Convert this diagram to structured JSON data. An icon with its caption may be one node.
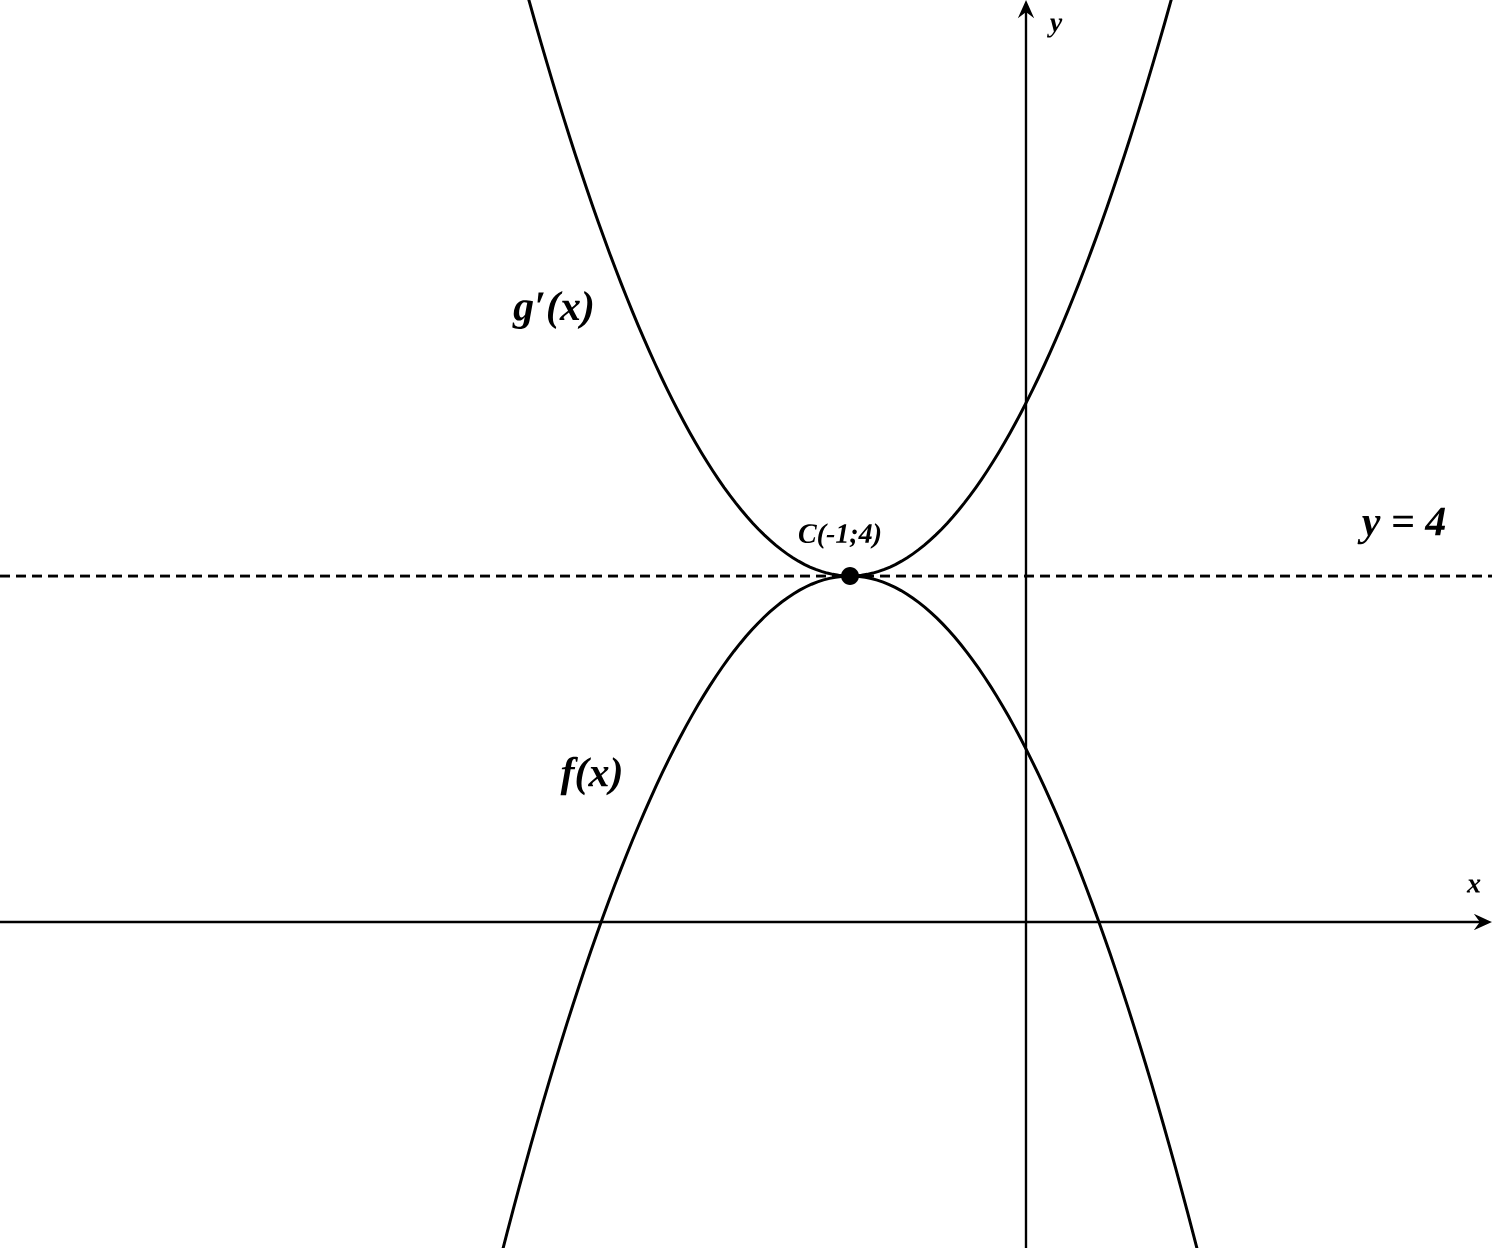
{
  "diagram": {
    "labels": [
      "g′(x)",
      "C(-1;4)",
      "y = 4",
      "f(x)",
      "x",
      "y"
    ]
  }
}
